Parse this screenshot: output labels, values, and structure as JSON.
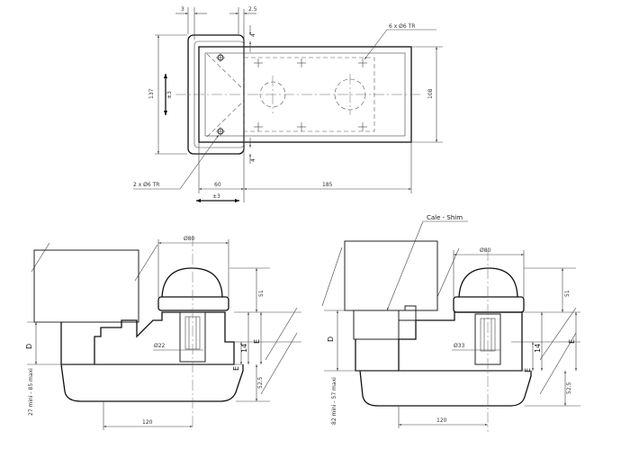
{
  "top_view": {
    "dim_3": "3",
    "dim_2_5": "2.5",
    "holes_6": "6 x Ø6 TR",
    "holes_2": "2 x Ø6 TR",
    "dim_137": "137",
    "dim_pm3_vertical": "±3",
    "dim_108": "108",
    "dim_60": "60",
    "dim_185": "185",
    "dim_pm3_horizontal": "±3",
    "dim_4_top": "4",
    "dim_4_bottom": "4"
  },
  "left_section": {
    "dim_80": "Ø80",
    "dim_51": "51",
    "dim_22": "Ø22",
    "label_D": "D",
    "label_E_small": "E",
    "dim_14": "14",
    "label_E": "E",
    "dim_52_5": "52.5",
    "dim_120": "120",
    "range_note": "27 mini - 85 maxi"
  },
  "right_section": {
    "shim_label": "Cale - Shim",
    "dim_80": "Ø80",
    "dim_51": "51",
    "dim_33": "Ø33",
    "label_D": "D",
    "label_E_small": "E",
    "dim_14": "14",
    "label_E": "E",
    "dim_52_5": "52.5",
    "dim_120": "120",
    "range_note": "82 mini - 57 maxi"
  }
}
